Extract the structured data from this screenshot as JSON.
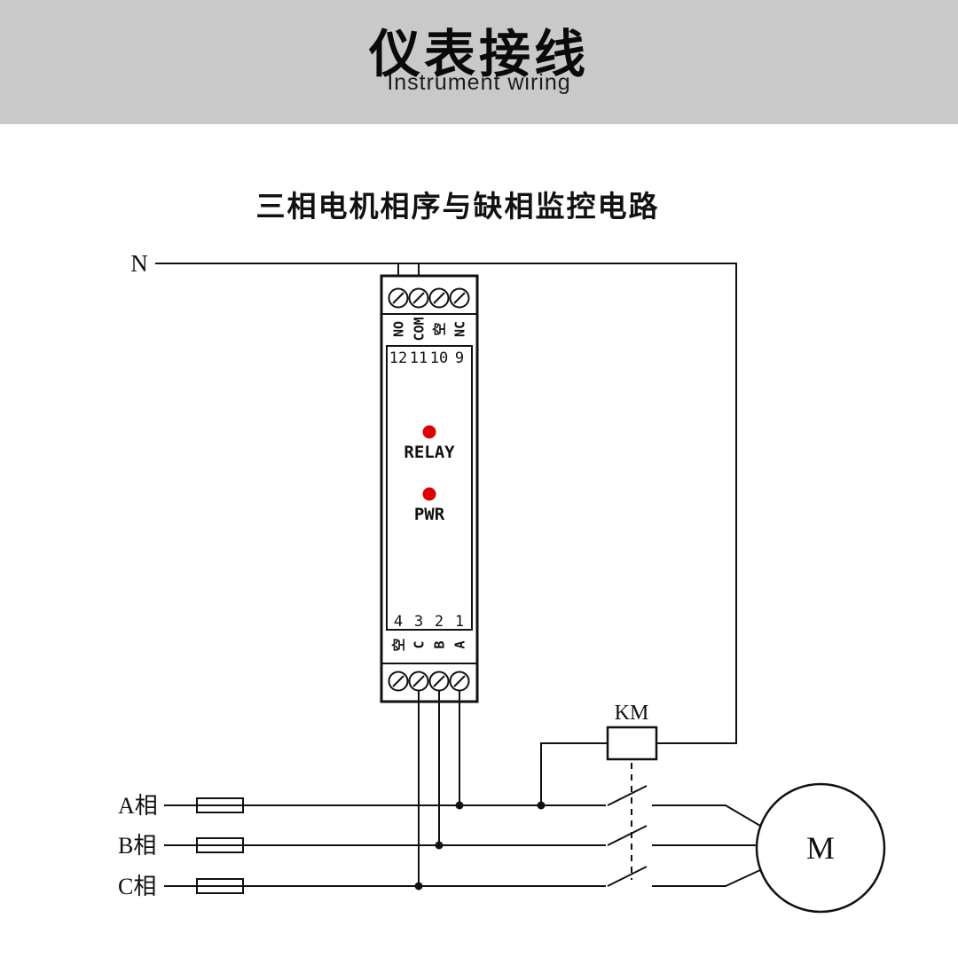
{
  "header": {
    "title": "仪表接线",
    "subtitle": "Instrument wiring",
    "background": "#c9c9c9"
  },
  "diagram": {
    "title": "三相电机相序与缺相监控电路",
    "labels": {
      "neutral": "N",
      "contactor": "KM",
      "motor": "M"
    },
    "device": {
      "top_terminals": [
        {
          "label": "NO",
          "number": "12"
        },
        {
          "label": "COM",
          "number": "11"
        },
        {
          "label": "空",
          "number": "10"
        },
        {
          "label": "NC",
          "number": "9"
        }
      ],
      "bottom_terminals": [
        {
          "label": "空",
          "number": "4"
        },
        {
          "label": "C",
          "number": "3"
        },
        {
          "label": "B",
          "number": "2"
        },
        {
          "label": "A",
          "number": "1"
        }
      ],
      "relay_led": "RELAY",
      "power_led": "PWR",
      "led_color": "#dd0000"
    },
    "phases": [
      {
        "label": "A相"
      },
      {
        "label": "B相"
      },
      {
        "label": "C相"
      }
    ]
  }
}
